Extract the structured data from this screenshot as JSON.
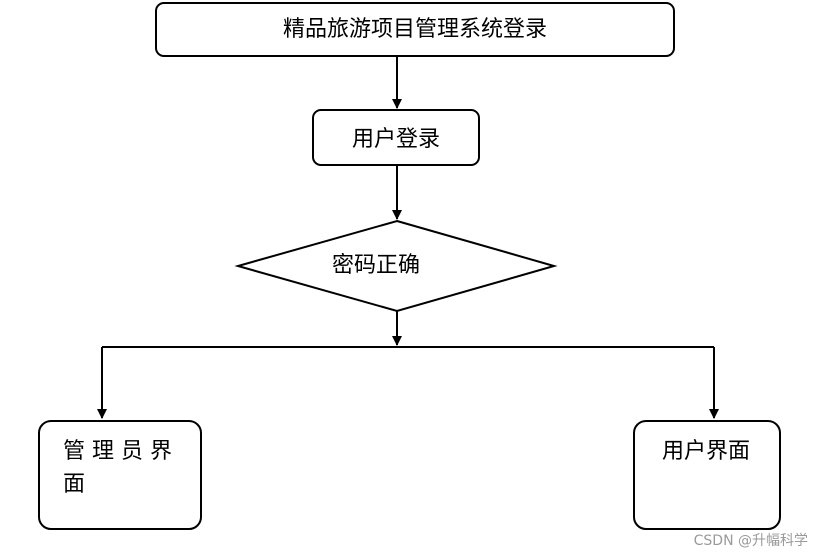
{
  "diagram": {
    "nodes": {
      "title": "精品旅游项目管理系统登录",
      "login": "用户登录",
      "decision": "密码正确",
      "admin_line1": "管 理 员 界",
      "admin_line2": "面",
      "user": "用户界面"
    }
  },
  "watermark": "CSDN @升幅科学"
}
